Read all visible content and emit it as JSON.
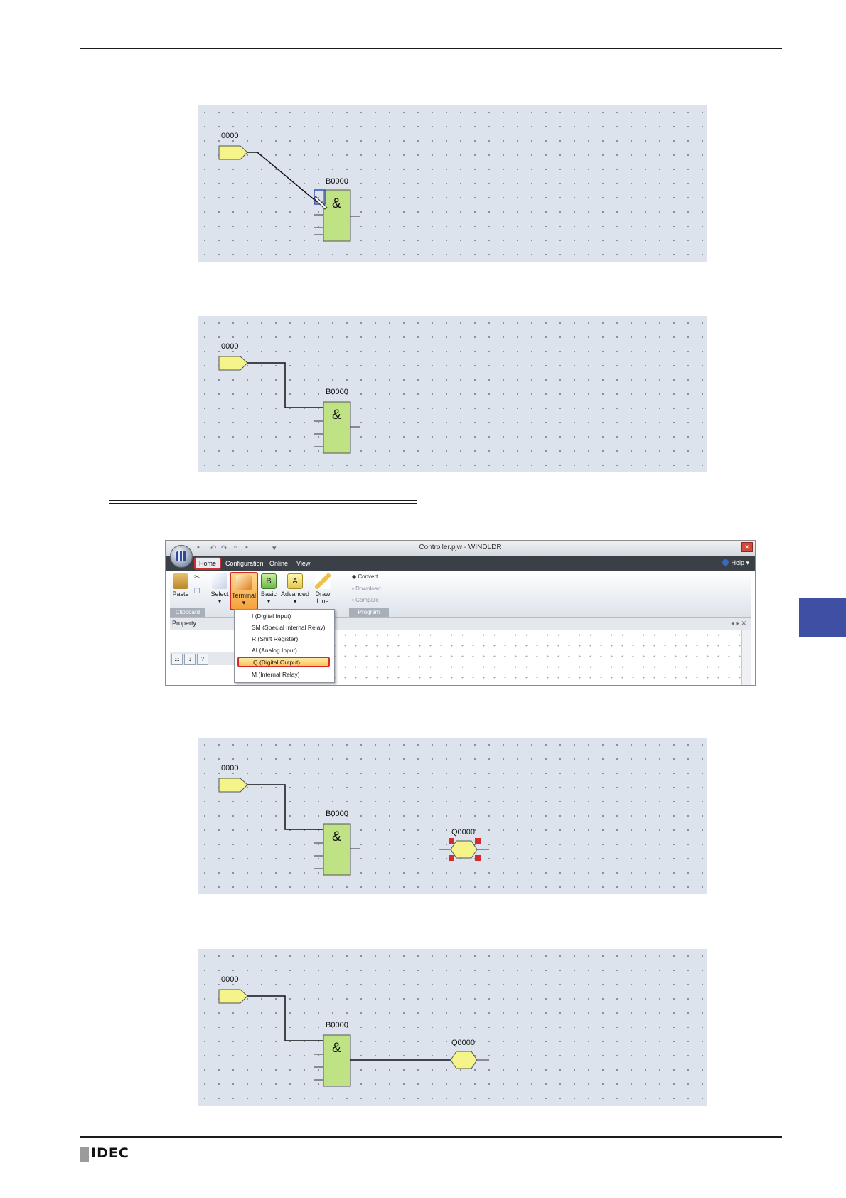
{
  "panels": [
    {
      "input_label": "I0000",
      "block_label": "B0000",
      "block_symbol": "&",
      "output_label": "",
      "state": "wire-dragging"
    },
    {
      "input_label": "I0000",
      "block_label": "B0000",
      "block_symbol": "&",
      "output_label": "",
      "state": "wired"
    },
    {
      "input_label": "I0000",
      "block_label": "B0000",
      "block_symbol": "&",
      "output_label": "Q0000",
      "state": "output-placed-selected"
    },
    {
      "input_label": "I0000",
      "block_label": "B0000",
      "block_symbol": "&",
      "output_label": "Q0000",
      "state": "output-wired"
    }
  ],
  "screenshot": {
    "window_title": "Controller.pjw - WINDLDR",
    "menu": [
      "Home",
      "Configuration",
      "Online",
      "View"
    ],
    "help_label": "Help",
    "ribbon": {
      "paste": "Paste",
      "select": "Select",
      "terminal": "Terminal",
      "basic": "Basic",
      "advanced": "Advanced",
      "draw_line_1": "Draw",
      "draw_line_2": "Line",
      "convert": "Convert",
      "download": "Download",
      "compare": "Compare",
      "groups": [
        "Clipboard",
        "Program"
      ]
    },
    "property_label": "Property",
    "terminal_menu": [
      "I (Digital Input)",
      "SM (Special Internal Relay)",
      "R (Shift Register)",
      "AI (Analog Input)",
      "Q (Digital Output)",
      "M (Internal Relay)"
    ],
    "highlighted_item": "Q (Digital Output)"
  },
  "footer": {
    "logo": "IDEC"
  },
  "colors": {
    "panel_bg": "#dde3ed",
    "terminal_fill": "#f4f48a",
    "block_fill": "#bfe384",
    "highlight_red": "#d62b2b",
    "side_tab": "#3f4fa3"
  }
}
